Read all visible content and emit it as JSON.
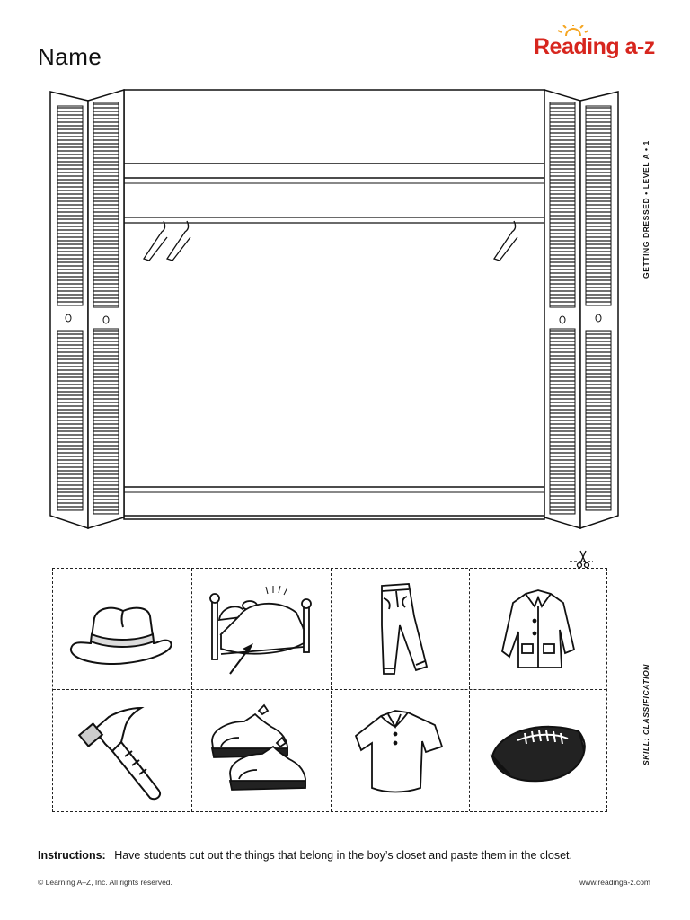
{
  "header": {
    "name_label": "Name",
    "logo_text": "Reading a-z"
  },
  "side_labels": {
    "top": "GETTING DRESSED • LEVEL A • 1",
    "bottom": "SKILL: CLASSIFICATION"
  },
  "cutouts": [
    {
      "icon": "hat-icon"
    },
    {
      "icon": "bed-icon"
    },
    {
      "icon": "pants-icon"
    },
    {
      "icon": "coat-icon"
    },
    {
      "icon": "hammer-icon"
    },
    {
      "icon": "shoes-icon"
    },
    {
      "icon": "shirt-icon"
    },
    {
      "icon": "football-icon"
    }
  ],
  "instructions": {
    "label": "Instructions:",
    "text": "Have students cut out the things that belong in the boy’s closet and paste them in the closet."
  },
  "footer": {
    "copyright": "© Learning A–Z, Inc.   All rights reserved.",
    "url": "www.readinga-z.com"
  },
  "colors": {
    "logo_red": "#d7261e",
    "logo_sun": "#f5a623"
  }
}
